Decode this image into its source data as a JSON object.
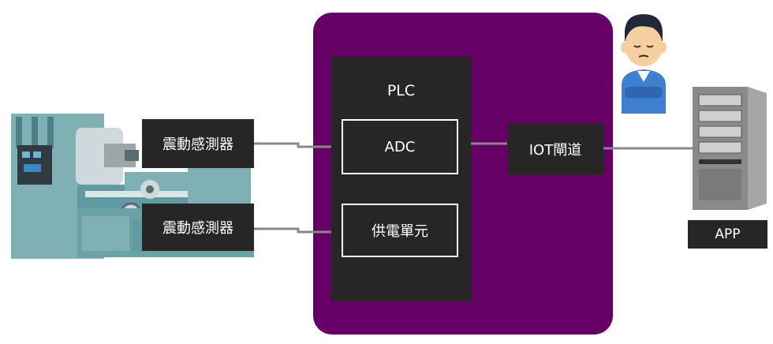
{
  "diagram": {
    "plc_label": "PLC",
    "adc_label": "ADC",
    "power_label": "供電單元",
    "sensor_top_label": "震動感測器",
    "sensor_bottom_label": "震動感測器",
    "iot_label": "IOT閘道",
    "app_label": "APP"
  },
  "colors": {
    "enclosure": "#660066",
    "box_dark": "#262626",
    "connector": "#888888",
    "machine": "#7fb0b4",
    "server": "#8a8a8a"
  },
  "icons": [
    "lathe-machine-icon",
    "worker-person-icon",
    "server-tower-icon"
  ]
}
